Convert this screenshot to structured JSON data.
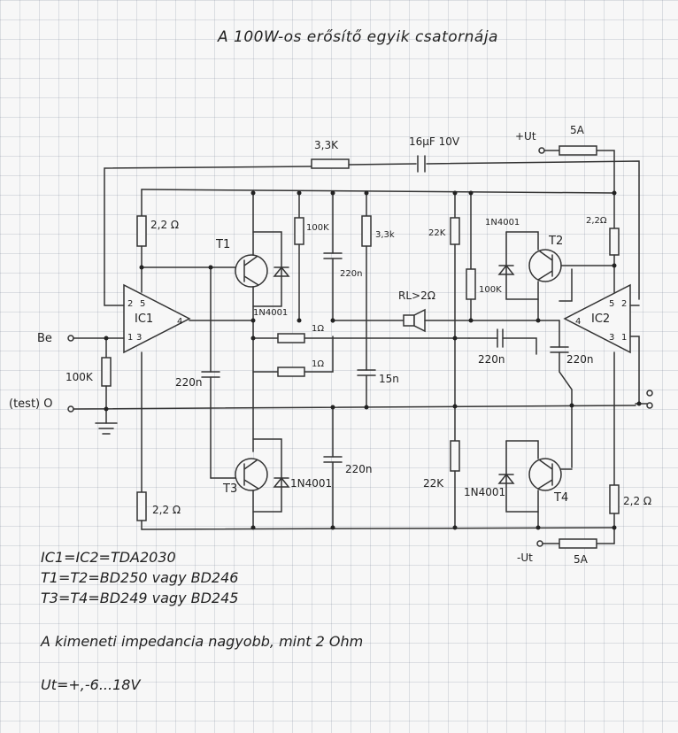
{
  "title": "A 100W-os erősítő egyik csatornája",
  "notes": {
    "line1": "IC1=IC2=TDA2030",
    "line2": "T1=T2=BD250 vagy BD246",
    "line3": "T3=T4=BD249 vagy BD245",
    "line4": "A kimeneti impedancia nagyobb, mint 2 Ohm",
    "line5": "Ut=+,-6...18V"
  },
  "labels": {
    "r_feedback": "3,3K",
    "c_feedback": "16μF 10V",
    "vplus": "+Ut",
    "fuse_top": "5A",
    "vminus": "-Ut",
    "fuse_bottom": "5A",
    "r_ic1_top": "2,2 Ω",
    "r_ic1_bottom": "2,2 Ω",
    "r_ic2_top": "2,2Ω",
    "r_ic2_bottom": "2,2 Ω",
    "t1": "T1",
    "t2": "T2",
    "t3": "T3",
    "t4": "T4",
    "ic1": "IC1",
    "ic2": "IC2",
    "d1": "1N4001",
    "d2": "1N4001",
    "d3": "1N4001",
    "d4": "1N4001",
    "r_100k_a": "100K",
    "r_100k_b": "100K",
    "r_100k_in": "100K",
    "r_3k3_shunt": "3,3k",
    "r_22k_top": "22K",
    "r_22k_bottom": "22K",
    "r_1ohm_a": "1Ω",
    "r_1ohm_b": "1Ω",
    "c_220n_a": "220n",
    "c_220n_b": "220n",
    "c_220n_c": "220n",
    "c_220n_d": "220n",
    "c_220n_e": "220n",
    "c_15n": "15n",
    "rl": "RL>2Ω",
    "input": "Be",
    "gnd": "(test) O",
    "ic1_pins": {
      "p2": "2",
      "p5": "5",
      "p1": "1",
      "p3": "3",
      "p4": "4"
    },
    "ic2_pins": {
      "p5": "5",
      "p2": "2",
      "p4": "4",
      "p3": "3",
      "p1": "1"
    }
  }
}
